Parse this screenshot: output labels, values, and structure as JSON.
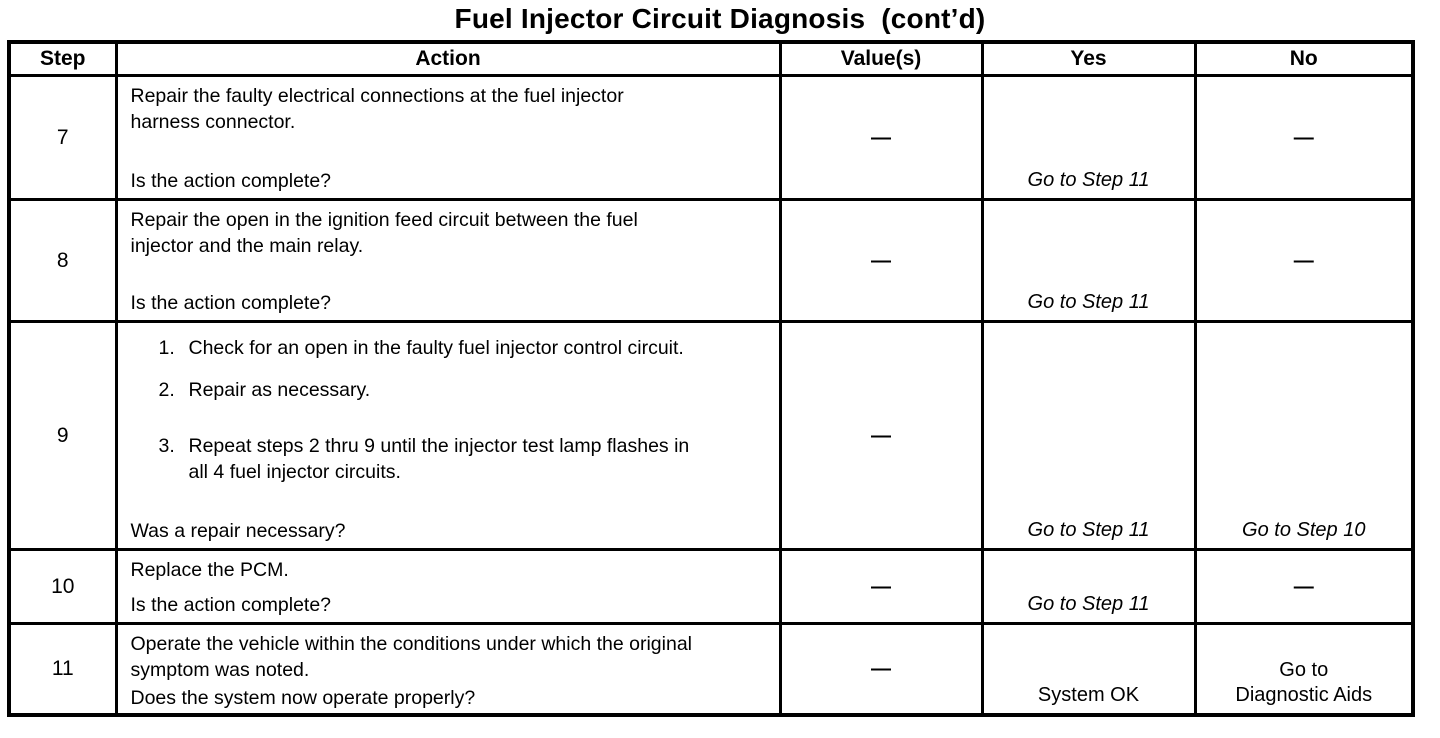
{
  "title": "Fuel Injector Circuit Diagnosis  (cont’d)",
  "table": {
    "headers": [
      "Step",
      "Action",
      "Value(s)",
      "Yes",
      "No"
    ],
    "rows": [
      {
        "step": "7",
        "action": "Repair the faulty electrical connections at the fuel injector harness connector.",
        "question": "Is the action complete?",
        "value": "—",
        "yes": "Go to Step 11",
        "no": "—"
      },
      {
        "step": "8",
        "action": "Repair the open in the ignition feed circuit between the fuel injector and the main relay.",
        "question": "Is the action complete?",
        "value": "—",
        "yes": "Go to Step 11",
        "no": "—"
      },
      {
        "step": "9",
        "list": [
          {
            "num": "1.",
            "text": "Check for an open in the faulty fuel injector control circuit."
          },
          {
            "num": "2.",
            "text": "Repair as necessary."
          },
          {
            "num": "3.",
            "text": "Repeat steps 2 thru 9 until the injector test lamp flashes in all 4 fuel injector circuits."
          }
        ],
        "question": "Was a repair necessary?",
        "value": "—",
        "yes": "Go to Step 11",
        "no": "Go to Step 10"
      },
      {
        "step": "10",
        "action": "Replace the PCM.",
        "question": "Is the action complete?",
        "value": "—",
        "yes": "Go to Step 11",
        "no": "—"
      },
      {
        "step": "11",
        "action": "Operate the vehicle within the conditions under which the original symptom was noted.",
        "question": "Does the system now operate properly?",
        "value": "—",
        "yes": "System OK",
        "no": "Go to\nDiagnostic Aids"
      }
    ]
  }
}
